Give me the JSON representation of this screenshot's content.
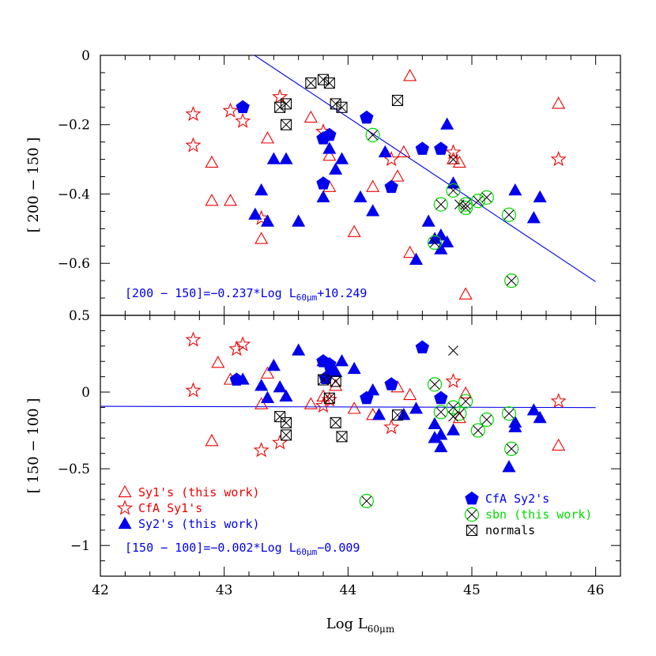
{
  "chart_data": [
    {
      "type": "scatter",
      "panel": "top",
      "ylabel": "[ 200 − 150 ]",
      "xlim": [
        42,
        46.2
      ],
      "ylim": [
        -0.75,
        0
      ],
      "yticks": [
        0,
        -0.2,
        -0.4,
        -0.6
      ],
      "ytick_labels": [
        "0",
        "−0.2",
        "−0.4",
        "−0.6"
      ],
      "fit": {
        "slope": -0.237,
        "intercept": 10.249,
        "color": "#0000ee"
      },
      "fit_label": {
        "main": "[200 − 150]=−0.237*Log L",
        "sub": "60μm",
        "tail": "+10.249"
      },
      "series": [
        {
          "name": "Sy1's (this work)",
          "marker": "triangle-open",
          "color": "#ee0000",
          "points": [
            [
              42.9,
              -0.31
            ],
            [
              42.9,
              -0.42
            ],
            [
              43.05,
              -0.42
            ],
            [
              43.3,
              -0.53
            ],
            [
              43.35,
              -0.24
            ],
            [
              43.7,
              -0.18
            ],
            [
              43.85,
              -0.29
            ],
            [
              43.85,
              -0.38
            ],
            [
              44.05,
              -0.51
            ],
            [
              44.2,
              -0.38
            ],
            [
              44.4,
              -0.35
            ],
            [
              44.45,
              -0.28
            ],
            [
              44.5,
              -0.57
            ],
            [
              44.5,
              -0.06
            ],
            [
              44.85,
              -0.3
            ],
            [
              44.9,
              -0.31
            ],
            [
              44.95,
              -0.69
            ],
            [
              45.7,
              -0.14
            ]
          ]
        },
        {
          "name": "CfA Sy1's",
          "marker": "star-open",
          "color": "#ee0000",
          "points": [
            [
              42.75,
              -0.17
            ],
            [
              42.75,
              -0.26
            ],
            [
              43.05,
              -0.16
            ],
            [
              43.15,
              -0.19
            ],
            [
              43.3,
              -0.47
            ],
            [
              43.45,
              -0.12
            ],
            [
              43.8,
              -0.22
            ],
            [
              44.35,
              -0.3
            ],
            [
              44.85,
              -0.28
            ],
            [
              45.7,
              -0.3
            ]
          ]
        },
        {
          "name": "Sy2's (this work)",
          "marker": "triangle-filled",
          "color": "#0000ee",
          "points": [
            [
              43.25,
              -0.46
            ],
            [
              43.3,
              -0.39
            ],
            [
              43.35,
              -0.48
            ],
            [
              43.4,
              -0.3
            ],
            [
              43.5,
              -0.3
            ],
            [
              43.6,
              -0.48
            ],
            [
              43.8,
              -0.41
            ],
            [
              43.85,
              -0.27
            ],
            [
              43.9,
              -0.33
            ],
            [
              43.95,
              -0.3
            ],
            [
              44.1,
              -0.41
            ],
            [
              44.2,
              -0.45
            ],
            [
              44.3,
              -0.28
            ],
            [
              44.55,
              -0.59
            ],
            [
              44.65,
              -0.48
            ],
            [
              44.7,
              -0.53
            ],
            [
              44.75,
              -0.52
            ],
            [
              44.75,
              -0.56
            ],
            [
              44.8,
              -0.54
            ],
            [
              44.8,
              -0.2
            ],
            [
              44.85,
              -0.37
            ],
            [
              45.35,
              -0.39
            ],
            [
              45.5,
              -0.47
            ],
            [
              45.55,
              -0.41
            ]
          ]
        },
        {
          "name": "CfA Sy2's",
          "marker": "pentagon-filled",
          "color": "#0000ee",
          "points": [
            [
              43.15,
              -0.15
            ],
            [
              43.8,
              -0.37
            ],
            [
              43.8,
              -0.24
            ],
            [
              43.85,
              -0.23
            ],
            [
              44.15,
              -0.18
            ],
            [
              44.35,
              -0.38
            ],
            [
              44.6,
              -0.27
            ],
            [
              44.75,
              -0.27
            ]
          ]
        },
        {
          "name": "sbn (this work)",
          "marker": "circle-x",
          "color": "#00dd00",
          "points": [
            [
              44.2,
              -0.23
            ],
            [
              44.7,
              -0.54
            ],
            [
              44.75,
              -0.43
            ],
            [
              44.85,
              -0.39
            ],
            [
              44.95,
              -0.44
            ],
            [
              45.05,
              -0.42
            ],
            [
              45.12,
              -0.41
            ],
            [
              45.3,
              -0.46
            ],
            [
              45.32,
              -0.65
            ],
            [
              44.95,
              -0.43
            ]
          ]
        },
        {
          "name": "normals",
          "marker": "square-x",
          "color": "#000000",
          "points": [
            [
              43.45,
              -0.15
            ],
            [
              43.5,
              -0.2
            ],
            [
              43.5,
              -0.14
            ],
            [
              43.7,
              -0.08
            ],
            [
              43.8,
              -0.07
            ],
            [
              43.85,
              -0.08
            ],
            [
              43.9,
              -0.14
            ],
            [
              43.95,
              -0.15
            ],
            [
              44.4,
              -0.13
            ]
          ]
        },
        {
          "name": "",
          "marker": "x",
          "color": "#000000",
          "points": [
            [
              44.85,
              -0.3
            ],
            [
              44.9,
              -0.43
            ]
          ]
        }
      ]
    },
    {
      "type": "scatter",
      "panel": "bottom",
      "xlabel_main": "Log L",
      "xlabel_sub": "60μm",
      "ylabel": "[ 150 − 100 ]",
      "xlim": [
        42,
        46.2
      ],
      "ylim": [
        -1.2,
        0.5
      ],
      "xticks": [
        42,
        43,
        44,
        45,
        46
      ],
      "xtick_labels": [
        "42",
        "43",
        "44",
        "45",
        "46"
      ],
      "yticks": [
        0.5,
        0,
        -0.5,
        -1
      ],
      "ytick_labels": [
        "0.5",
        "0",
        "−0.5",
        "−1"
      ],
      "fit": {
        "slope": -0.002,
        "intercept": -0.009,
        "color": "#0000ee"
      },
      "fit_label": {
        "main": "[150 − 100]=−0.002*Log L",
        "sub": "60μm",
        "tail": "−0.009"
      },
      "series": [
        {
          "name": "Sy1's (this work)",
          "marker": "triangle-open",
          "color": "#ee0000",
          "points": [
            [
              42.9,
              -0.32
            ],
            [
              42.95,
              0.19
            ],
            [
              43.05,
              0.08
            ],
            [
              43.3,
              -0.08
            ],
            [
              43.35,
              0.12
            ],
            [
              43.7,
              -0.08
            ],
            [
              43.8,
              -0.03
            ],
            [
              43.9,
              0.04
            ],
            [
              44.05,
              -0.11
            ],
            [
              44.2,
              -0.15
            ],
            [
              44.4,
              0.03
            ],
            [
              44.5,
              -0.02
            ],
            [
              44.9,
              -0.17
            ],
            [
              44.95,
              -0.01
            ],
            [
              45.7,
              -0.35
            ]
          ]
        },
        {
          "name": "CfA Sy1's",
          "marker": "star-open",
          "color": "#ee0000",
          "points": [
            [
              42.75,
              0.34
            ],
            [
              42.75,
              0.01
            ],
            [
              43.1,
              0.28
            ],
            [
              43.15,
              0.31
            ],
            [
              43.3,
              -0.38
            ],
            [
              43.45,
              -0.33
            ],
            [
              43.8,
              -0.09
            ],
            [
              43.85,
              -0.05
            ],
            [
              44.35,
              -0.23
            ],
            [
              44.85,
              0.07
            ],
            [
              45.7,
              -0.06
            ]
          ]
        },
        {
          "name": "Sy2's (this work)",
          "marker": "triangle-filled",
          "color": "#0000ee",
          "points": [
            [
              43.15,
              0.08
            ],
            [
              43.3,
              0.04
            ],
            [
              43.35,
              -0.04
            ],
            [
              43.4,
              0.17
            ],
            [
              43.45,
              0.03
            ],
            [
              43.5,
              -0.03
            ],
            [
              43.6,
              0.27
            ],
            [
              43.8,
              0.2
            ],
            [
              43.85,
              0.14
            ],
            [
              43.9,
              0.13
            ],
            [
              43.95,
              0.2
            ],
            [
              44.05,
              0.15
            ],
            [
              44.2,
              0.01
            ],
            [
              44.25,
              -0.15
            ],
            [
              44.45,
              -0.15
            ],
            [
              44.55,
              -0.11
            ],
            [
              44.7,
              -0.21
            ],
            [
              44.7,
              -0.3
            ],
            [
              44.75,
              -0.28
            ],
            [
              44.75,
              -0.36
            ],
            [
              44.85,
              -0.25
            ],
            [
              45.3,
              -0.49
            ],
            [
              45.35,
              -0.2
            ],
            [
              45.35,
              -0.23
            ],
            [
              45.5,
              -0.12
            ],
            [
              45.55,
              -0.17
            ]
          ]
        },
        {
          "name": "CfA Sy2's",
          "marker": "pentagon-filled",
          "color": "#0000ee",
          "points": [
            [
              43.1,
              0.08
            ],
            [
              43.8,
              0.2
            ],
            [
              43.82,
              0.09
            ],
            [
              43.85,
              0.18
            ],
            [
              44.15,
              -0.04
            ],
            [
              44.35,
              0.05
            ],
            [
              44.6,
              0.29
            ],
            [
              44.75,
              -0.04
            ]
          ]
        },
        {
          "name": "sbn (this work)",
          "marker": "circle-x",
          "color": "#00dd00",
          "points": [
            [
              44.15,
              -0.71
            ],
            [
              44.7,
              0.05
            ],
            [
              44.75,
              -0.13
            ],
            [
              44.85,
              -0.1
            ],
            [
              44.95,
              -0.06
            ],
            [
              45.05,
              -0.25
            ],
            [
              45.12,
              -0.18
            ],
            [
              45.3,
              -0.14
            ],
            [
              45.32,
              -0.37
            ],
            [
              44.9,
              -0.14
            ]
          ]
        },
        {
          "name": "normals",
          "marker": "square-x",
          "color": "#000000",
          "points": [
            [
              43.45,
              -0.16
            ],
            [
              43.5,
              -0.28
            ],
            [
              43.5,
              -0.2
            ],
            [
              43.8,
              0.08
            ],
            [
              43.85,
              -0.04
            ],
            [
              43.9,
              0.07
            ],
            [
              43.9,
              -0.2
            ],
            [
              43.95,
              -0.29
            ],
            [
              44.4,
              -0.15
            ]
          ]
        },
        {
          "name": "",
          "marker": "x",
          "color": "#000000",
          "points": [
            [
              44.85,
              0.27
            ],
            [
              44.85,
              -0.16
            ]
          ]
        }
      ]
    }
  ],
  "legend_left": [
    {
      "label": "Sy1's (this work)",
      "marker": "triangle-open",
      "color": "#ee0000"
    },
    {
      "label": "CfA Sy1's",
      "marker": "star-open",
      "color": "#ee0000"
    },
    {
      "label": "Sy2's (this work)",
      "marker": "triangle-filled",
      "color": "#0000ee"
    }
  ],
  "legend_right": [
    {
      "label": "CfA Sy2's",
      "marker": "pentagon-filled",
      "color": "#0000ee"
    },
    {
      "label": "sbn (this work)",
      "marker": "circle-x",
      "color": "#00dd00"
    },
    {
      "label": "normals",
      "marker": "square-x",
      "color": "#000000"
    }
  ]
}
